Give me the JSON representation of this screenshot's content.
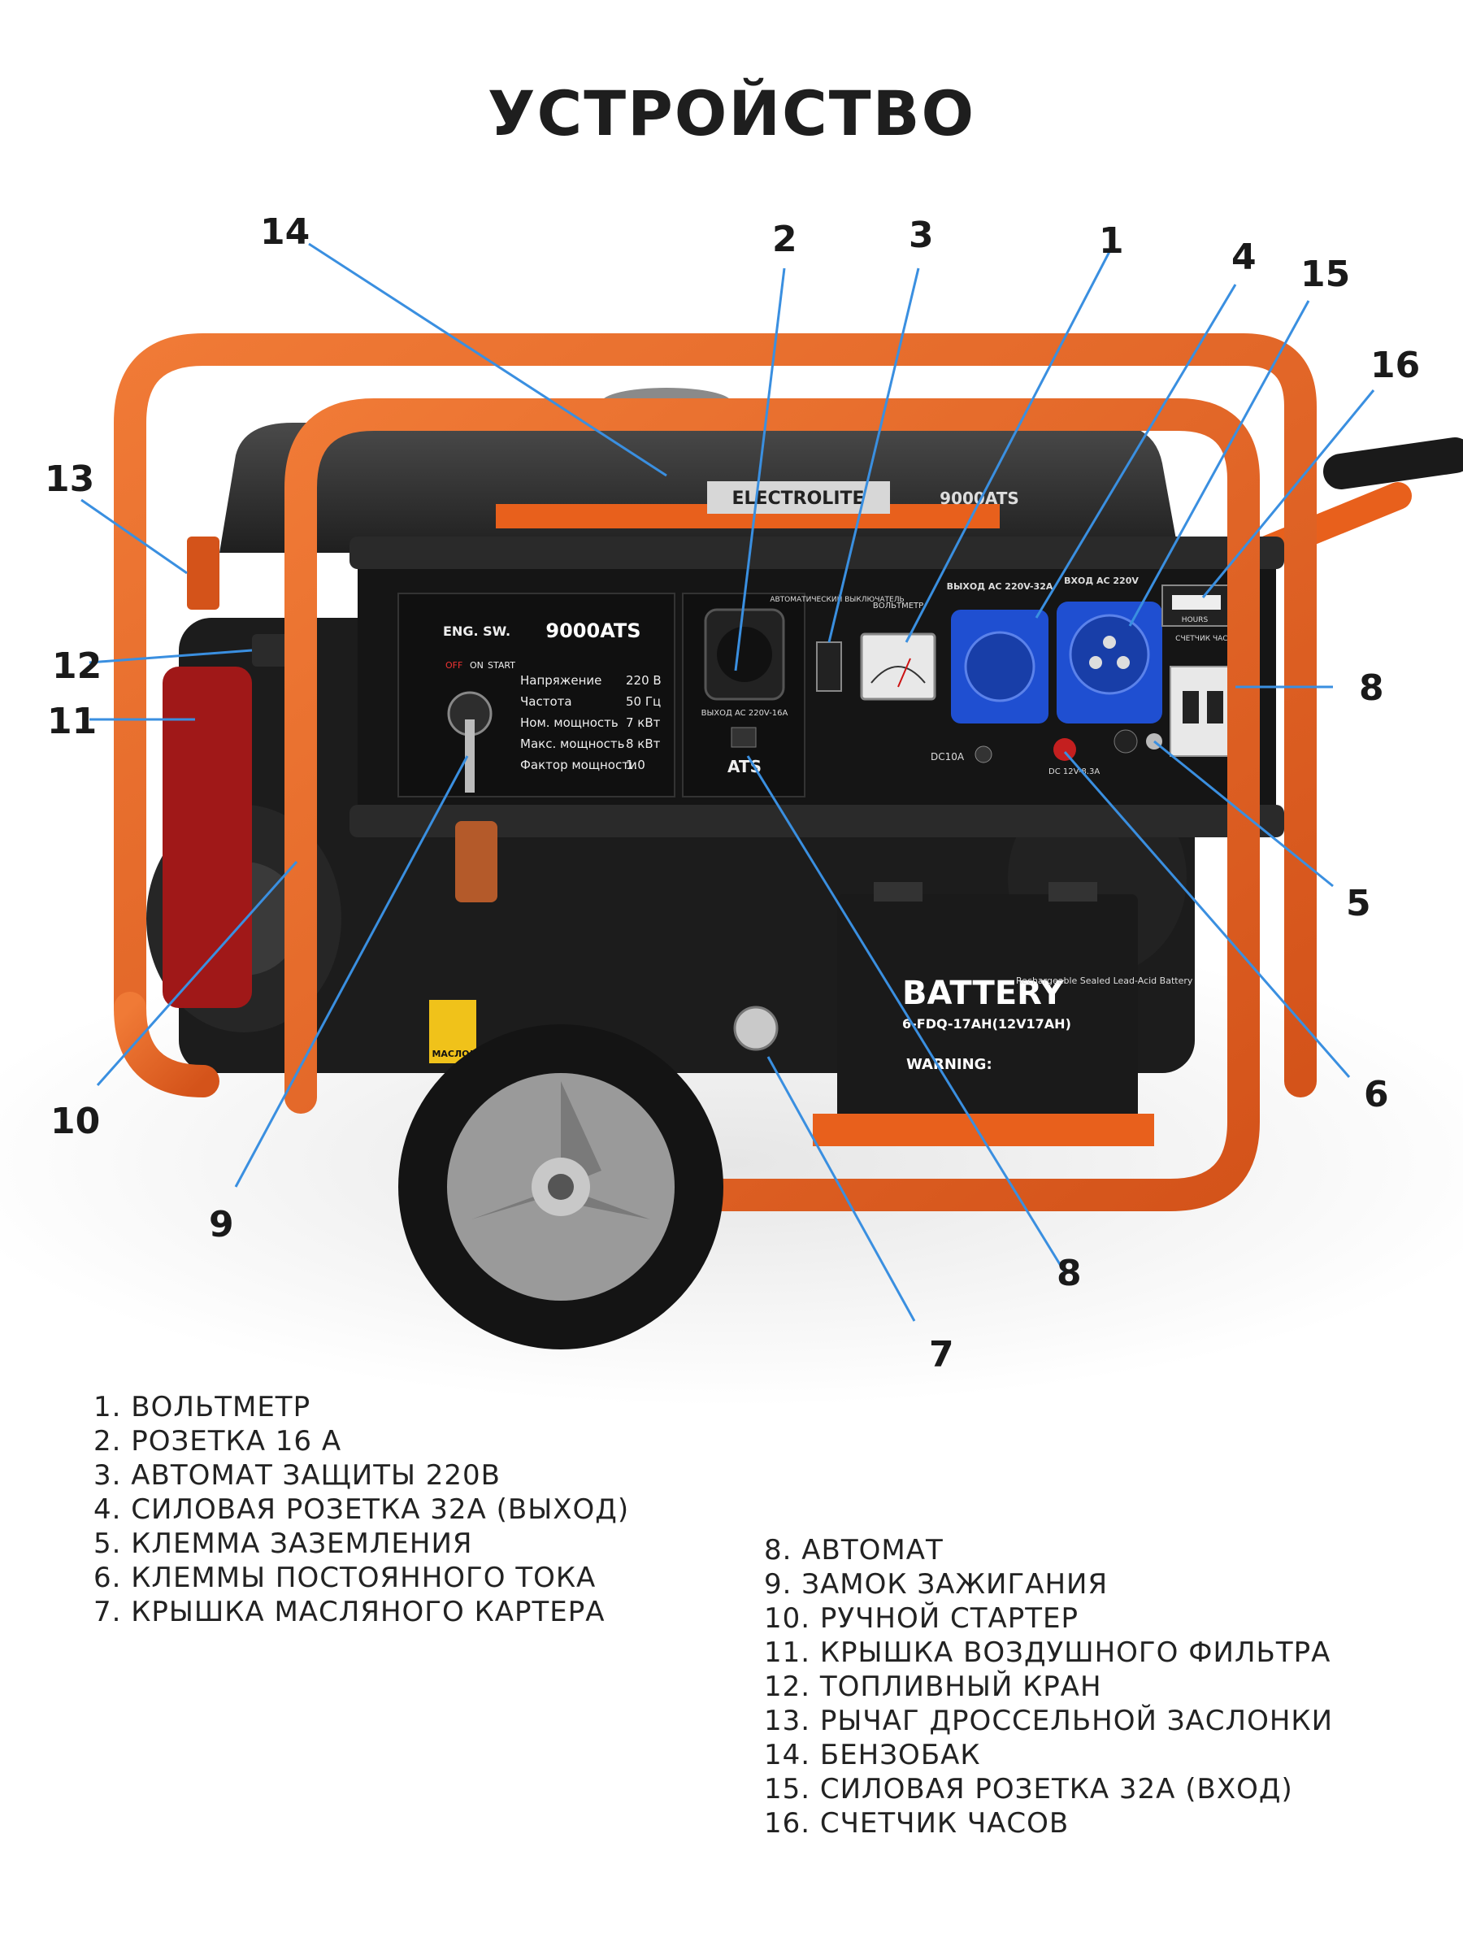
{
  "title": "УСТРОЙСТВО",
  "product": {
    "brand": "ELECTROLITE",
    "model": "9000ATS",
    "panel_model": "9000ATS",
    "eng_sw": "ENG. SW.",
    "start": "START",
    "on": "ON",
    "off": "OFF",
    "specs": [
      {
        "label": "Напряжение",
        "value": "220 В"
      },
      {
        "label": "Частота",
        "value": "50 Гц"
      },
      {
        "label": "Ном. мощность",
        "value": "7 кВт"
      },
      {
        "label": "Макс. мощность",
        "value": "8 кВт"
      },
      {
        "label": "Фактор мощности",
        "value": "1.0"
      }
    ],
    "ats": "ATS",
    "socket_label": "ВЫХОД AC 220V-16A",
    "breaker_label": "АВТОМАТИЧЕСКИЙ ВЫКЛЮЧАТЕЛЬ",
    "voltmeter_label": "ВОЛЬТМЕТР",
    "out_label": "ВЫХОД AC 220V-32A",
    "in_label": "ВХОД AC 220V",
    "hours_label": "СЧЕТЧИК ЧАСОВ",
    "hours": "HOURS",
    "dc_label": "DC10A",
    "dc_spec": "DC 12V-8.3A",
    "battery": {
      "title": "BATTERY",
      "subtitle": "Rechargeable Sealed Lead-Acid Battery",
      "model": "6-FDQ-17AH(12V17AH)",
      "warning": "WARNING:"
    },
    "oil": "МАСЛО!"
  },
  "callouts": [
    "1",
    "2",
    "3",
    "4",
    "5",
    "6",
    "7",
    "8",
    "8",
    "9",
    "10",
    "11",
    "12",
    "13",
    "14",
    "15",
    "16"
  ],
  "legend_left": [
    "1. ВОЛЬТМЕТР",
    "2. РОЗЕТКА 16 А",
    "3. АВТОМАТ ЗАЩИТЫ 220В",
    "4. СИЛОВАЯ РОЗЕТКА 32А (ВЫХОД)",
    "5. КЛЕММА ЗАЗЕМЛЕНИЯ",
    "6. КЛЕММЫ ПОСТОЯННОГО ТОКА",
    "7. КРЫШКА МАСЛЯНОГО КАРТЕРА"
  ],
  "legend_right": [
    "8. АВТОМАТ",
    "9. ЗАМОК ЗАЖИГАНИЯ",
    "10. РУЧНОЙ СТАРТЕР",
    "11. КРЫШКА ВОЗДУШНОГО ФИЛЬТРА",
    "12. ТОПЛИВНЫЙ КРАН",
    "13. РЫЧАГ ДРОССЕЛЬНОЙ ЗАСЛОНКИ",
    "14. БЕНЗОБАК",
    "15. СИЛОВАЯ РОЗЕТКА 32А (ВХОД)",
    "16. СЧЕТЧИК ЧАСОВ"
  ],
  "colors": {
    "frame": "#e8601c",
    "tank": "#2b2b2b",
    "panel": "#151515",
    "socket_blue": "#1f4fd1",
    "leader": "#3a8fe0"
  }
}
